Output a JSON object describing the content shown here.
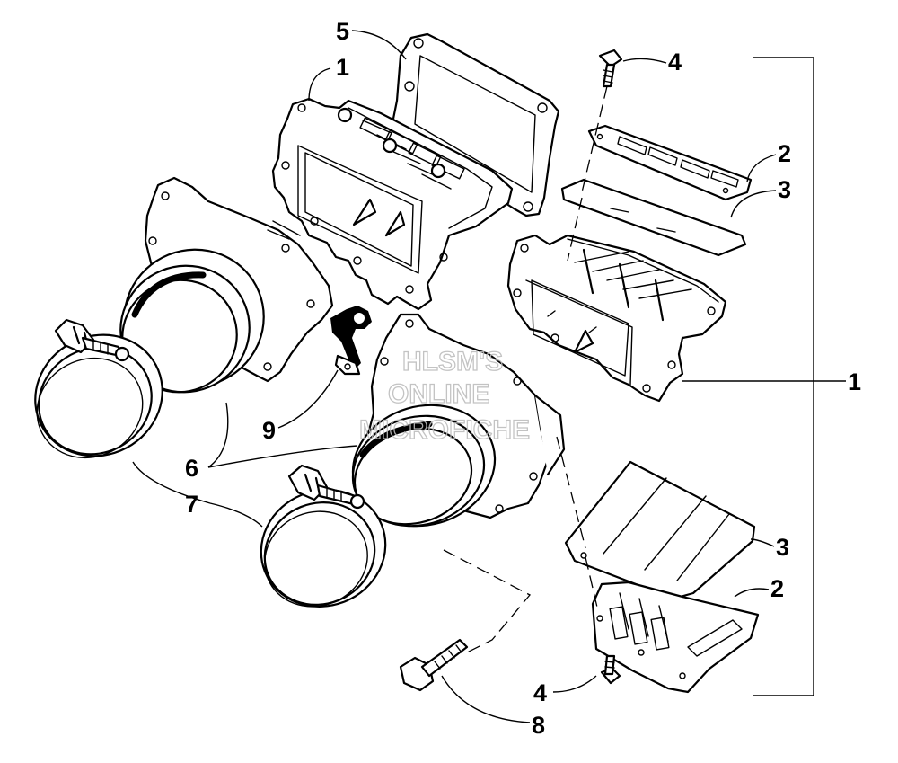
{
  "callouts": {
    "c1_top": "1",
    "c1_right": "1",
    "c2_top": "2",
    "c2_bottom": "2",
    "c3_top": "3",
    "c3_bottom": "3",
    "c4_top": "4",
    "c4_bottom": "4",
    "c5": "5",
    "c6": "6",
    "c7": "7",
    "c8": "8",
    "c9": "9"
  },
  "watermark": {
    "line1": "HLSM'S",
    "line2": "ONLINE",
    "line3": "MICROFICHE"
  }
}
